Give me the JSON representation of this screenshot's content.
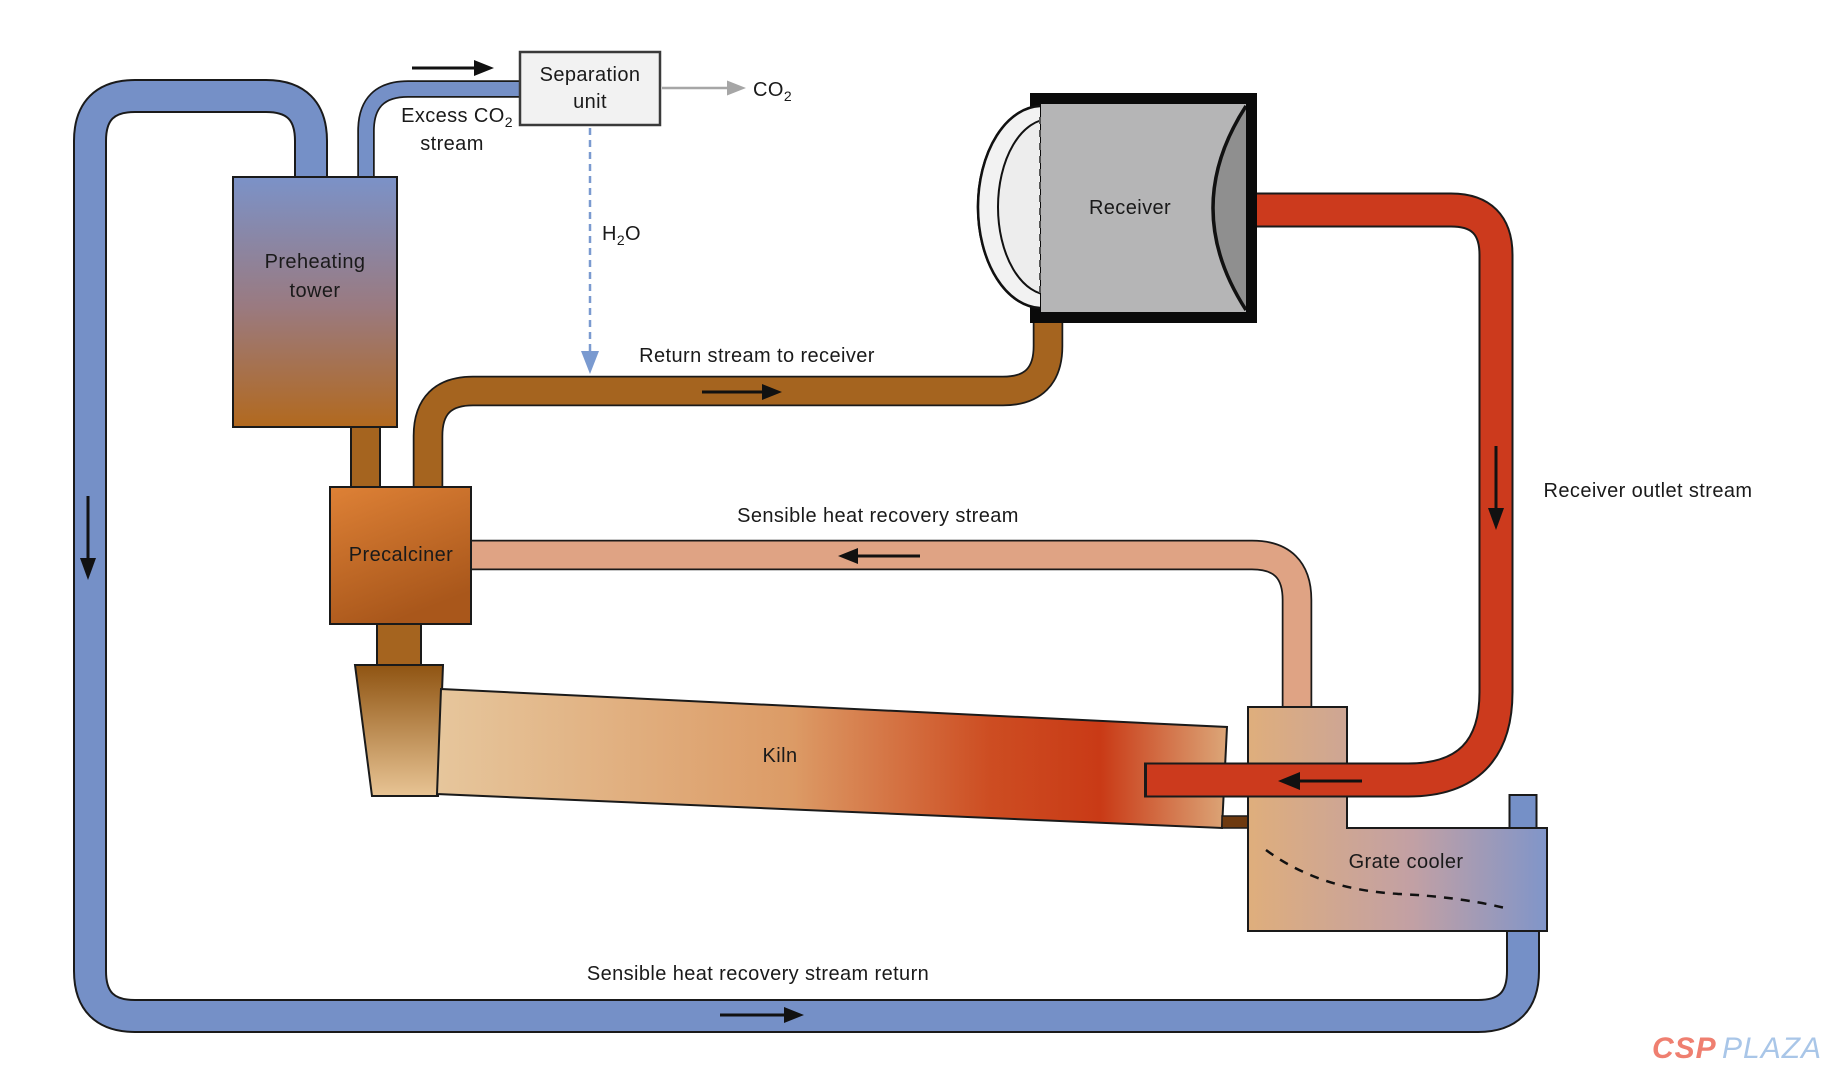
{
  "diagram": {
    "components": {
      "preheating_tower": {
        "line1": "Preheating",
        "line2": "tower"
      },
      "separation_unit": {
        "line1": "Separation",
        "line2": "unit"
      },
      "precalciner": {
        "label": "Precalciner"
      },
      "receiver": {
        "label": "Receiver"
      },
      "kiln": {
        "label": "Kiln"
      },
      "grate_cooler": {
        "label": "Grate cooler"
      }
    },
    "labels": {
      "excess_co2": {
        "base": "Excess CO",
        "sub": "2",
        "line2": "stream"
      },
      "co2": {
        "base": "CO",
        "sub": "2"
      },
      "h2o": {
        "h": "H",
        "sub": "2",
        "o": "O"
      },
      "return_stream": "Return stream to receiver",
      "receiver_outlet": "Receiver outlet stream",
      "sensible_heat": "Sensible heat recovery stream",
      "sensible_heat_return": "Sensible heat recovery stream return"
    },
    "watermark": {
      "csp": "CSP",
      "plaza": "PLAZA"
    },
    "colors": {
      "pipe_blue": "#7590C7",
      "pipe_brown": "#A5641F",
      "pipe_salmon": "#DFA384",
      "pipe_red": "#CC3A1D",
      "dashed_blue": "#7A9AD0",
      "arrow_gray": "#A6A6A6",
      "separation_unit_fill": "#F2F2F2",
      "receiver_body": "#B5B5B6",
      "receiver_crescent": "#8F8F8F",
      "receiver_window": "#F2F2F2",
      "tower_top": "#7B92C8",
      "tower_mid": "#9A7A80",
      "tower_bottom": "#B2691E",
      "precalciner_light": "#DE8136",
      "precalciner_dark": "#A9571B",
      "funnel_dark": "#8F5412",
      "funnel_light": "#E8C494",
      "kiln_left": "#E6C69C",
      "kiln_mid": "#DC9B66",
      "kiln_hot1": "#CD4D22",
      "kiln_hot": "#C93A16",
      "kiln_right": "#DCA678",
      "cooler_left": "#DFAE7C",
      "cooler_mid": "#C2A0A4",
      "cooler_right": "#8095C9",
      "watermark_csp": "#EF7F70",
      "watermark_plaza": "#A9C6E8"
    }
  }
}
